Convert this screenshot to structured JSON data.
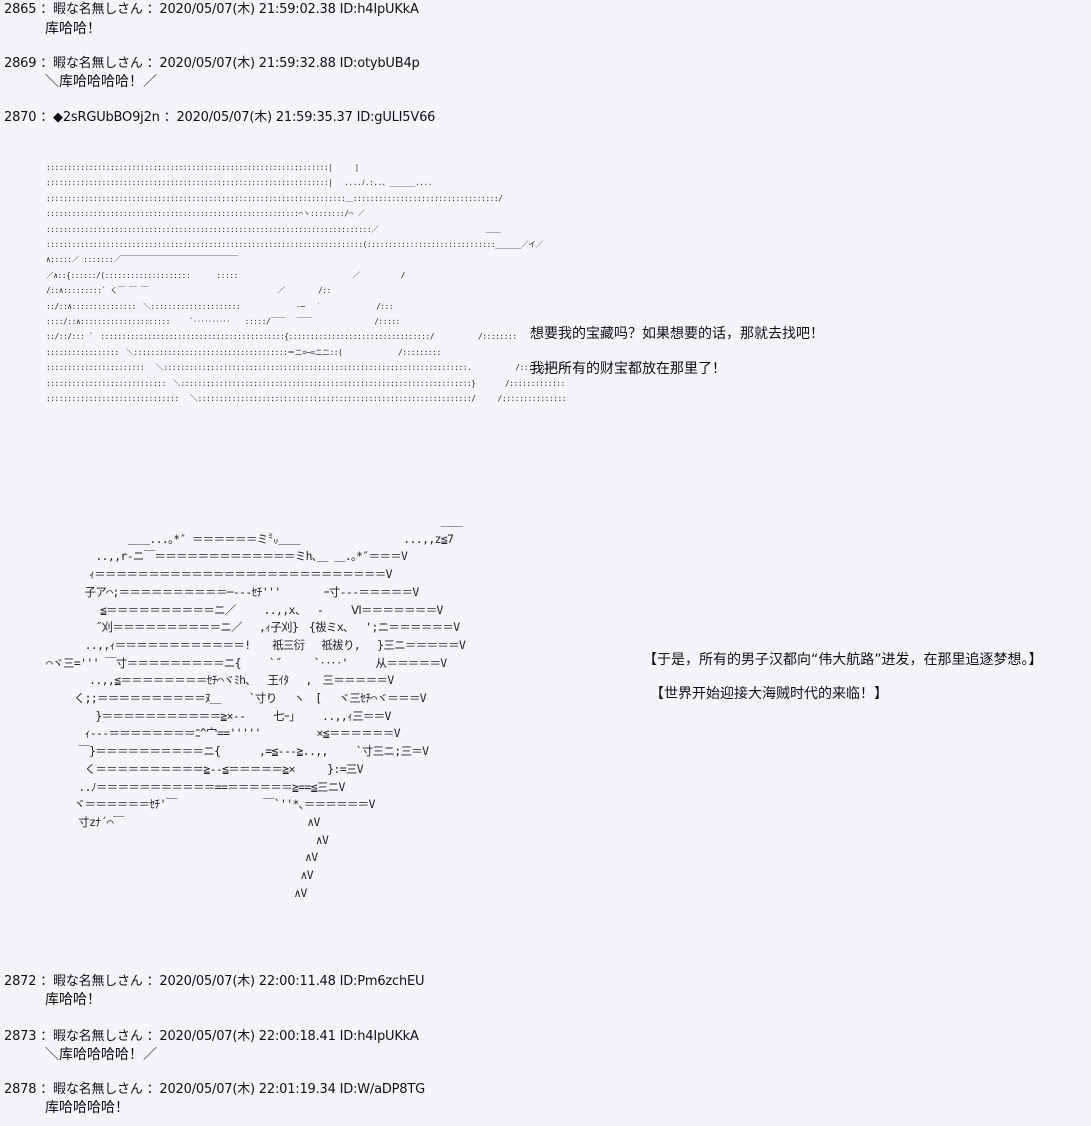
{
  "posts": [
    {
      "number": "2865",
      "separator": "：",
      "name": "暇な名無しさん",
      "date": "2020/05/07(木) 21:59:02.38",
      "id": "ID:h4IpUKkA",
      "body": "库哈哈！"
    },
    {
      "number": "2869",
      "separator": "：",
      "name": "暇な名無しさん",
      "date": "2020/05/07(木) 21:59:32.88",
      "id": "ID:otybUB4p",
      "body": "＼库哈哈哈哈！／"
    },
    {
      "number": "2870",
      "separator": "：",
      "name": "◆2sRGUbBO9j2n",
      "date": "2020/05/07(木) 21:59:35.37",
      "id": "ID:gULI5V66",
      "body": ""
    },
    {
      "number": "2872",
      "separator": "：",
      "name": "暇な名無しさん",
      "date": "2020/05/07(木) 22:00:11.48",
      "id": "ID:Pm6zchEU",
      "body": "库哈哈！"
    },
    {
      "number": "2873",
      "separator": "：",
      "name": "暇な名無しさん",
      "date": "2020/05/07(木) 22:00:18.41",
      "id": "ID:h4IpUKkA",
      "body": "＼库哈哈哈哈！／"
    },
    {
      "number": "2878",
      "separator": "：",
      "name": "暇な名無しさん",
      "date": "2020/05/07(木) 22:01:19.34",
      "id": "ID:W/aDP8TG",
      "body": "库哈哈哈哈！"
    }
  ],
  "dialogue": {
    "line1": "想要我的宝藏吗？如果想要的话，那就去找吧！",
    "line2": "我把所有的财宝都放在那里了！"
  },
  "narration": {
    "line1": "【于是，所有的男子汉都向“伟大航路”进发，在那里追逐梦想。】",
    "line2": "【世界开始迎接大海贼时代的来临！】"
  },
  "ascii_art": {
    "ship": "::::::::::::::::::::::::::::::::::::::::::::::::::::::::::::::::::|　　　|\n::::::::::::::::::::::::::::::::::::::::::::::::::::::::::::::::::|　 ....ﾉ.:..、______....\n::::::::::::::::::::::::::::::::::::::::::::::::::::::::::::::::::::::＿::::::::::::::::::::::::::::::::::/\n:::::::::::::::::::::::::::::::::::::::::::::::::::::::::::⌒ヽ::::::::/⌒ ／\n::::::::::::::::::::::::::::::::::::::::::::::::::::::::::::::::::::::::::::／　　　　　　　　　　　　　　 ＿＿\n::::::::::::::::::::::::::::::::::::::::::::::::::::::::::::::::::::::::::(::::::::::::::::::::::::::::::______／イ／\n∧:::::／ :::::::／￣￣￣￣￣￣￣￣￣￣￣￣￣￣￣￣\n／∧::{::::::/(::::::::::::::::::::　　　 :::::　　　　　　　　　　　　　　　 ／　　　　　 /\n/::∧:::::::::` く￣ ￣ ￣　　　　　　　　　　　　　　　　　 ／　　　　 /::\n::/::∧:::::::::::::::　＼:::::::::::::::::::::　　　　　　　 ‐─　 ˙　　　　　　　 /:::\n::::/::∧:::::::::::::::::::::　　 `‥‥‥‥‥　　:::::/￣￣　 ￣￣　　　　　　　　 /:::::\n::/::/::: `　:::::::::::::::::::::::::::::::::::::::::::{:::::::::::::::::::::::::::::::::/　　　　　　/::::::::\n:::::::::::::::::　＼::::::::::::::::::::::::::::::::::::＝ニ=─=ニニ::(　　　　　　　 /:::::::::\n:::::::::::::::::::::::　 ＼:::::::::::::::::::::::::::::::::::::::::::::::::::::::::::::::::::::::.　　　　　　/:::::::::::\n::::::::::::::::::::::::::::　＼::::::::::::::::::::::::::::::::::::::::::::::::::::::::::::::::::::}　　　　/:::::::::::::\n:::::::::::::::::::::::::::::::　 ＼::::::::::::::::::::::::::::::::::::::::::::::::::::::::::::::::/　　　/:::::::::::::::",
    "flag": "　　　　　　　　　　　　　　　　　　　　　　　　　　　　　　　　　　　　 ＿＿\n　　　　　　　 ＿＿...｡*″ ＝＝＝＝＝＝ミ㍉＿＿　　　　　　　　　 ...,,z≦7\n　　　　 ..,,r‐ニ￣＝＝＝＝＝＝＝＝＝＝＝＝＝ミh､＿ ＿.｡*″＝＝＝V\n　　　　ｨ＝＝＝＝＝＝＝＝＝＝＝＝＝＝＝＝＝＝＝＝＝＝＝＝＝＝＝V\n　　　 子ア⌒;＝＝＝＝＝＝＝＝＝＝─‐‐‐ｾﾁ'''　　　　ｰ寸‐‐‐＝＝＝＝＝V\n　　　　　≦＝＝＝＝＝＝＝＝＝＝ニ／　　 ..,,x、　 -　　 Ⅵ＝＝＝＝＝＝＝V\n　　　　 ˝刈＝＝＝＝＝＝＝＝＝＝ニ／　 ,ｨ子刈}　{祓ミx､　 ';ニ＝＝＝＝＝＝V\n　　　 ..,,ｨ＝＝＝＝＝＝＝＝＝＝＝＝!　　祇三衍　 祗祓り,　 }三ニ＝＝＝＝＝V\n⌒ヾ三=''' ￣寸＝＝＝＝＝＝＝＝＝ニ{　　 `˝　　　`‥‥'　　 从＝＝＝＝＝V\n　　　　..,,≦＝＝＝＝＝＝＝＝ｾﾁ⌒ヾﾐh､　 王ｲﾀ　 ,　三＝＝＝＝＝V\n　　 く;;＝＝＝＝＝＝＝＝＝＝ﾇ＿　　 `寸り　 ヽ　[　 ヾ三ｾﾁ⌒ヾ＝＝＝V\n　　　　 }＝＝＝＝＝＝＝＝＝＝＝≧×‐-　　 七ｰ」　　 ..,,ｨ三＝＝V\n　　　 ｨ‐‐‐＝＝＝＝＝＝＝＝ﾆ^宀==''''' 　　　　 ×≦＝＝＝＝＝＝V\n　　　￣}＝＝＝＝＝＝＝＝＝＝ニ{　　　 ,=≦‐‐‐≧..,,　　 `寸三ニ;三＝V\n　　　 く＝＝＝＝＝＝＝＝＝＝≧‐‐≦＝＝＝＝＝≧×　　　}:=三V\n　　　..ﾉ＝＝＝＝＝＝＝＝＝＝＝==＝＝＝＝＝＝≧==≦三ニV\n　　 ヾ＝＝＝＝＝＝ｾﾁ'￣　　　　　　　　￣`''*､＝＝＝＝＝＝V\n　　　寸zﾅ´⌒￣　　　　　　　　　　　　　　　　　∧V\n　　　　　　　　　　　　　　　　　　　　　　　　　∧V\n　　　　　　　　　　　　　　　　　　　　　　　　∧V\n　　　　　　　　　　　　　　　　　　　　　　　 ∧V\n　　　　　　　　　　　　　　　　　　　　　　　∧V"
  }
}
